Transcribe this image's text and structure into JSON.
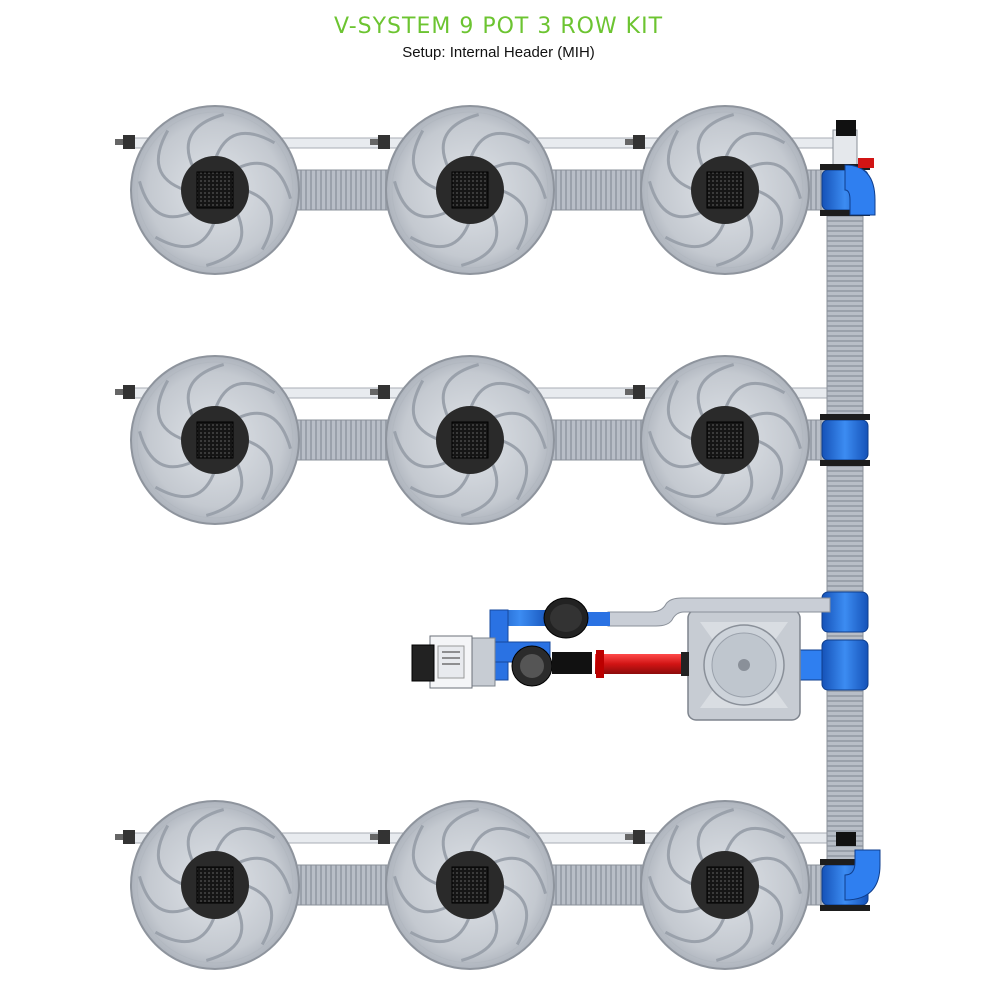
{
  "header": {
    "title": "V-SYSTEM 9 POT 3 ROW KIT",
    "subtitle": "Setup: Internal Header (MIH)"
  },
  "colors": {
    "title": "#6cc431",
    "header_blue": "#1f6fe0",
    "feed_red": "#d11414",
    "pot_grey": "#c9ced6",
    "pipe_grey": "#b4bac3",
    "net_black": "#1b1b1b"
  },
  "layout": {
    "rows": 3,
    "pots_per_row": 3,
    "total_pots": 9
  }
}
